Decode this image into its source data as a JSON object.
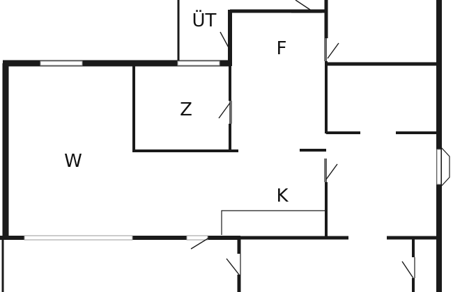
{
  "plan": {
    "rooms": [
      {
        "id": "ut",
        "label": "ÜT"
      },
      {
        "id": "f",
        "label": "F"
      },
      {
        "id": "z",
        "label": "Z"
      },
      {
        "id": "w",
        "label": "W"
      },
      {
        "id": "k",
        "label": "K"
      }
    ]
  }
}
